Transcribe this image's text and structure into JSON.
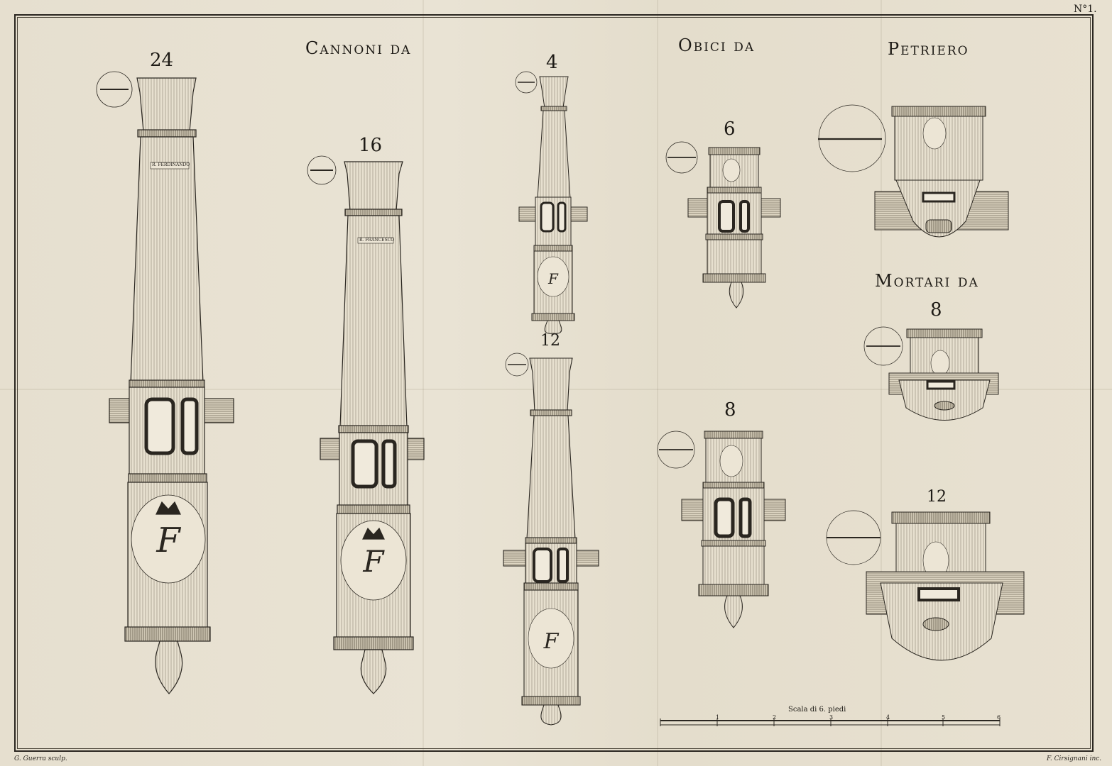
{
  "plate_number": "N°1.",
  "headings": {
    "cannoni": "Cannoni da",
    "obici": "Obici da",
    "petriero": "Petriero",
    "mortari": "Mortari da"
  },
  "calibers": {
    "cannon_24": "24",
    "cannon_16": "16",
    "cannon_4": "4",
    "cannon_12": "12",
    "howitzer_6": "6",
    "howitzer_8": "8",
    "mortar_8": "8",
    "mortar_12": "12"
  },
  "barrel_inscriptions": {
    "cannon_24": "R. FERDINANDO",
    "cannon_16": "R. FRANCESCO"
  },
  "scale": {
    "title": "Scala di 6. piedi",
    "ticks": [
      "1",
      "2",
      "3",
      "4",
      "5",
      "6"
    ]
  },
  "signatures": {
    "left": "G. Guerra sculp.",
    "right": "F. Cirsignani inc."
  },
  "colors": {
    "paper": "#e6dfcf",
    "ink": "#1e1b16"
  }
}
